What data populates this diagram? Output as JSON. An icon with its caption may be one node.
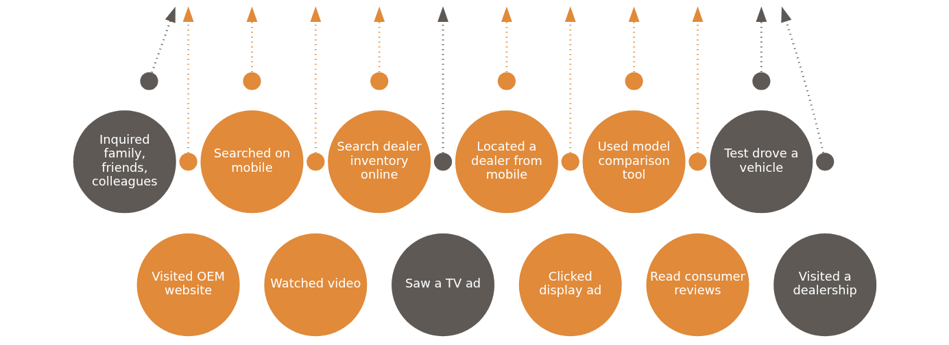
{
  "diagram": {
    "nodes": [
      {
        "text": [
          "Inquired family, friends, colleagues"
        ]
      },
      {
        "text": [],
        "shape": "circle"
      },
      {
        "text": [
          "Visited OEM website"
        ]
      },
      {
        "text": [],
        "shape": "circle"
      },
      {
        "text": [
          "Searched on mobile"
        ]
      },
      {
        "text": [],
        "shape": "circle"
      },
      {
        "text": [
          "Watched video"
        ]
      },
      {
        "text": [],
        "shape": "circle"
      },
      {
        "text": [
          "Search dealer inventory online"
        ]
      },
      {
        "text": [],
        "shape": "circle"
      },
      {
        "text": [
          "Saw a TV ad"
        ]
      },
      {
        "text": [],
        "shape": "circle"
      },
      {
        "text": [
          "Located a dealer from mobile"
        ]
      },
      {
        "text": [],
        "shape": "circle"
      },
      {
        "text": [
          "Clicked display ad"
        ]
      },
      {
        "text": [],
        "shape": "circle"
      },
      {
        "text": [
          "Used model comparison tool"
        ]
      },
      {
        "text": [],
        "shape": "circle"
      },
      {
        "text": [
          "Read consumer reviews"
        ]
      },
      {
        "text": [],
        "shape": "circle"
      },
      {
        "text": [
          "Test drove a vehicle"
        ]
      },
      {
        "text": [],
        "shape": "circle"
      },
      {
        "text": [
          "Visited a dealership"
        ]
      },
      {
        "text": [],
        "shape": "circle"
      }
    ],
    "edges": [
      {
        "from": 1,
        "to": null,
        "arrow": "to",
        "style": "dashed",
        "color": "#5e5955"
      },
      {
        "from": 3,
        "to": null,
        "arrow": "to",
        "style": "dashed"
      },
      {
        "from": 5,
        "to": null,
        "arrow": "to",
        "style": "dashed"
      },
      {
        "from": 7,
        "to": null,
        "arrow": "to",
        "style": "dashed"
      },
      {
        "from": 9,
        "to": null,
        "arrow": "to",
        "style": "dashed"
      },
      {
        "from": 11,
        "to": null,
        "arrow": "to",
        "style": "dashed",
        "color": "#5e5955"
      },
      {
        "from": 13,
        "to": null,
        "arrow": "to",
        "style": "dashed"
      },
      {
        "from": 15,
        "to": null,
        "arrow": "to",
        "style": "dashed"
      },
      {
        "from": 17,
        "to": null,
        "arrow": "to",
        "style": "dashed"
      },
      {
        "from": 19,
        "to": null,
        "arrow": "to",
        "style": "dashed"
      },
      {
        "from": 21,
        "to": null,
        "arrow": "to",
        "style": "dashed",
        "color": "#5e5955"
      },
      {
        "from": 23,
        "to": null,
        "arrow": "to",
        "style": "dashed",
        "color": "#5e5955"
      }
    ]
  }
}
